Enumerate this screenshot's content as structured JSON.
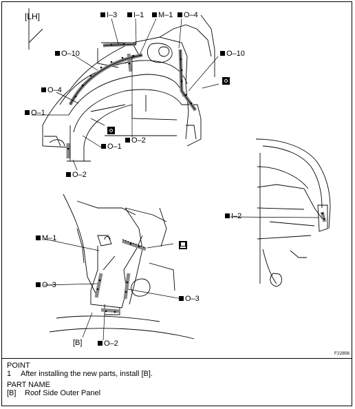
{
  "figure": {
    "side_label": "[LH]",
    "figure_code": "F22856",
    "callouts": {
      "i3": "I–3",
      "i1": "I–1",
      "m1_top": "M–1",
      "o4_top": "O–4",
      "o10_left": "O–10",
      "o10_right": "O–10",
      "o4_left": "O–4",
      "o1_left": "O–1",
      "o1_mid": "O–1",
      "o2_top": "O–2",
      "o2_bottom_left": "O–2",
      "i2_right": "I–2",
      "m1_bottom": "M–1",
      "o3_left": "O–3",
      "o3_right": "O–3",
      "b_label": "[B]",
      "o2_bottom": "O–2"
    }
  },
  "notes": {
    "point_heading": "POINT",
    "point_items": [
      {
        "num": "1",
        "text": "After installing the new parts, install [B]."
      }
    ],
    "partname_heading": "PART NAME",
    "part_items": [
      {
        "code": "[B]",
        "name": "Roof Side Outer Panel"
      }
    ]
  }
}
